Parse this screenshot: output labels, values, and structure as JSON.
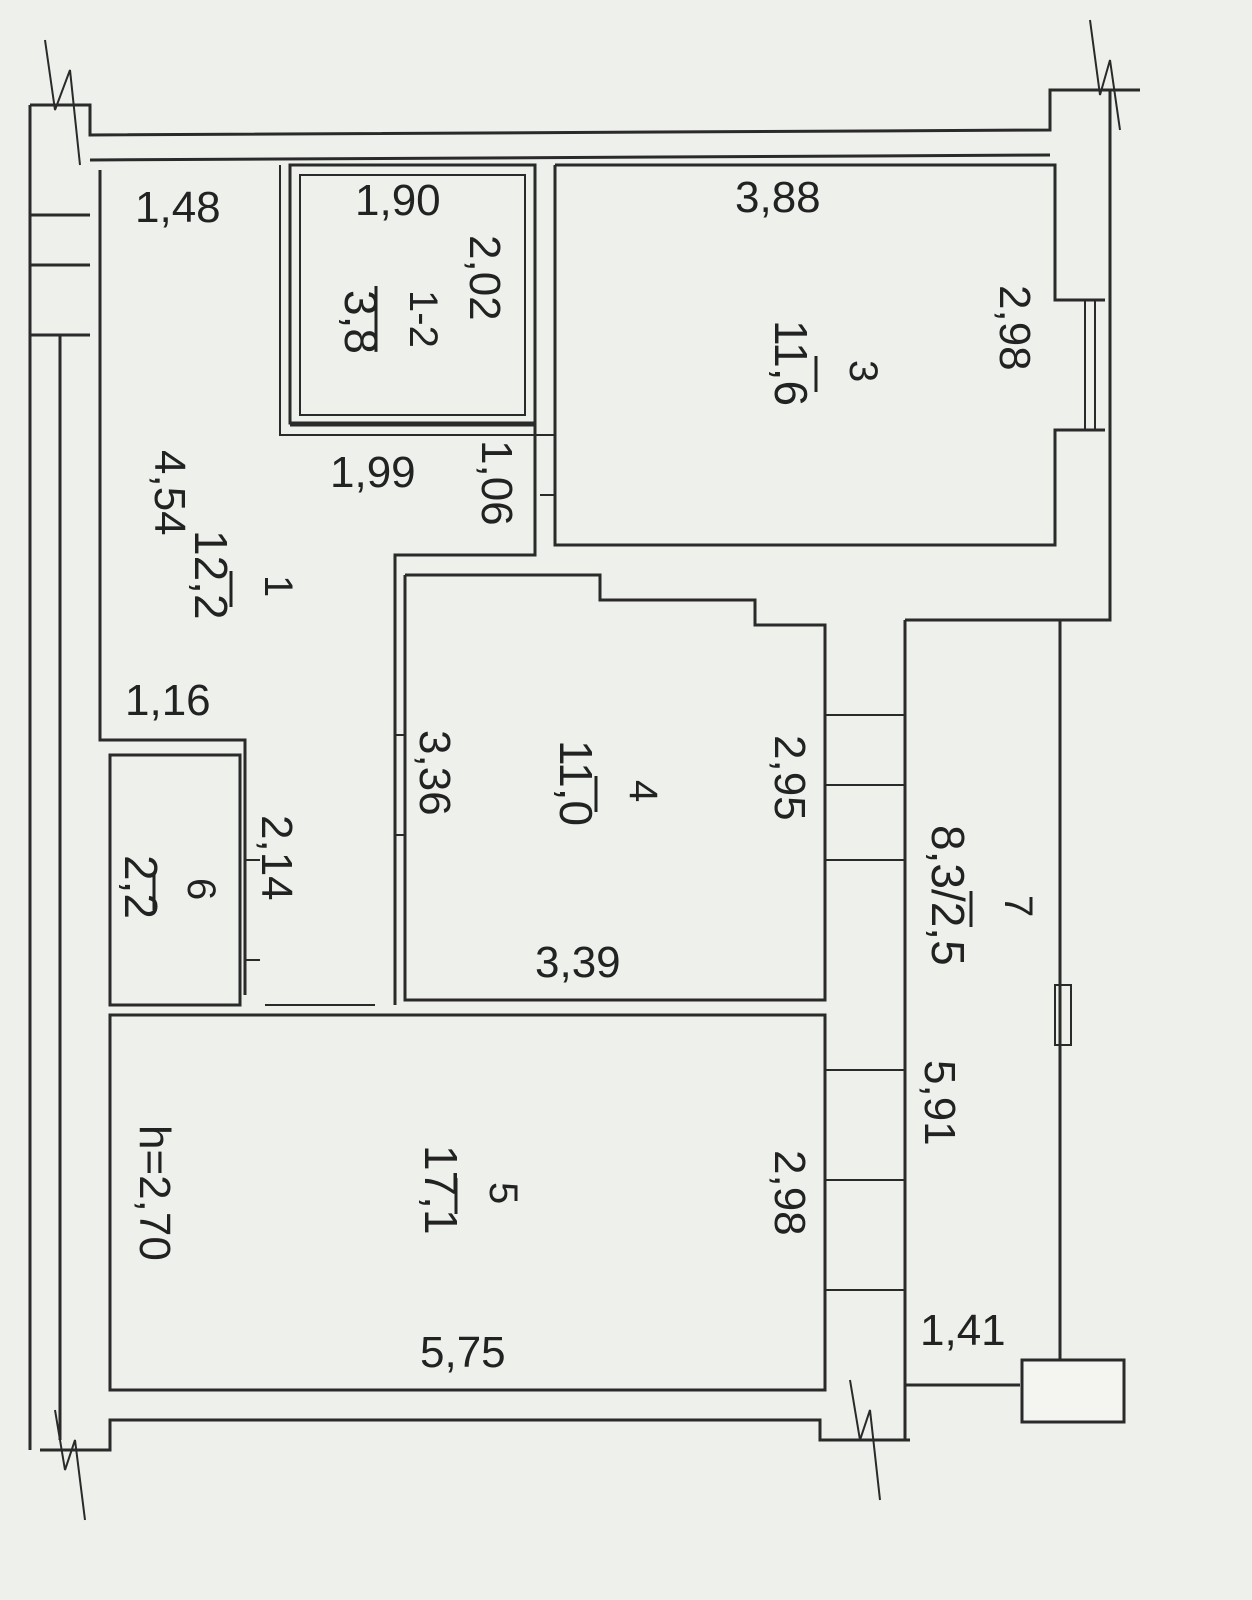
{
  "height_label": "h=2,70",
  "rooms": [
    {
      "id": "1",
      "area": "12,2",
      "dims": [
        "1,48",
        "4,54",
        "1,16"
      ]
    },
    {
      "id": "1-2",
      "area": "3,8",
      "dims": [
        "1,90",
        "2,02"
      ]
    },
    {
      "id": "3",
      "area": "11,6",
      "dims": [
        "3,88",
        "2,98"
      ]
    },
    {
      "id": "4",
      "area": "11,0",
      "dims": [
        "3,36",
        "2,95",
        "3,39"
      ]
    },
    {
      "id": "5",
      "area": "17,1",
      "dims": [
        "2,98",
        "5,75"
      ]
    },
    {
      "id": "6",
      "area": "2,2",
      "dims": [
        "2,14"
      ]
    },
    {
      "id": "7",
      "area": "8,3/2,5",
      "dims": [
        "5,91",
        "1,41"
      ]
    }
  ],
  "other_dims": [
    "1,99",
    "1,06"
  ]
}
